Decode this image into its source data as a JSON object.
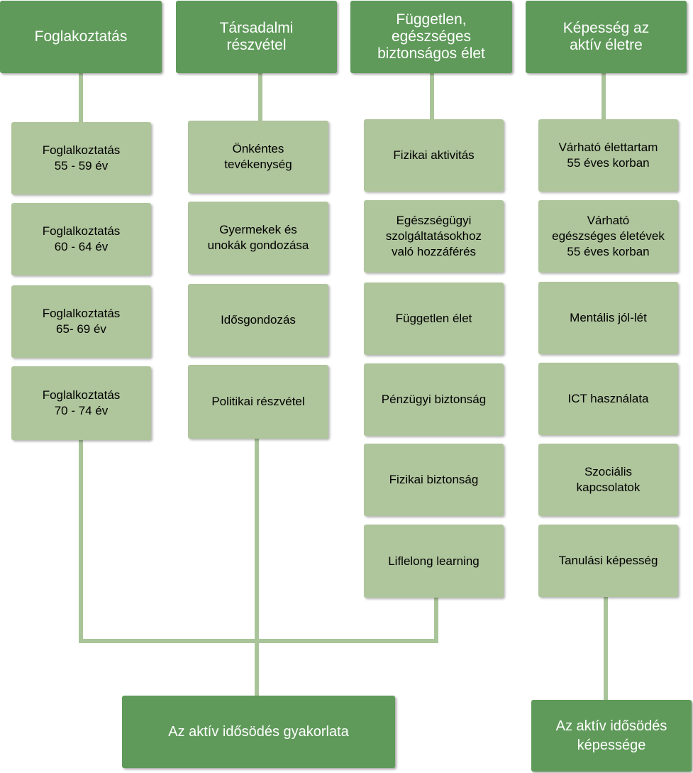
{
  "colors": {
    "header_fill": "#5f9a5a",
    "item_fill": "#afc59c",
    "connector": "#a9c499",
    "header_text": "#ffffff",
    "item_text": "#000000"
  },
  "columns": [
    {
      "header": "Foglakoztatás",
      "items": [
        "Foglalkoztatás\n55 - 59 év",
        "Foglalkoztatás\n60 - 64 év",
        "Foglalkoztatás\n65- 69 év",
        "Foglalkoztatás\n70 - 74 év"
      ]
    },
    {
      "header": "Társadalmi\nrészvétel",
      "items": [
        "Önkéntes\ntevékenység",
        "Gyermekek és\nunokák gondozása",
        "Idősgondozás",
        "Politikai részvétel"
      ]
    },
    {
      "header": "Független,\negészséges\nbiztonságos élet",
      "items": [
        "Fizikai aktivitás",
        "Egészségügyi\nszolgáltatásokhoz\nvaló hozzáférés",
        "Független élet",
        "Pénzügyi biztonság",
        "Fizikai biztonság",
        "Liflelong learning"
      ]
    },
    {
      "header": "Képesség az\naktív életre",
      "items": [
        "Várható élettartam\n55 éves korban",
        "Várható\negészséges életévek\n55 éves korban",
        "Mentális jól-lét",
        "ICT használata",
        "Szociális\nkapcsolatok",
        "Tanulási képesség"
      ]
    }
  ],
  "footers": {
    "practice": "Az aktív idősödés gyakorlata",
    "capacity": "Az aktív idősödés\nképessége"
  }
}
